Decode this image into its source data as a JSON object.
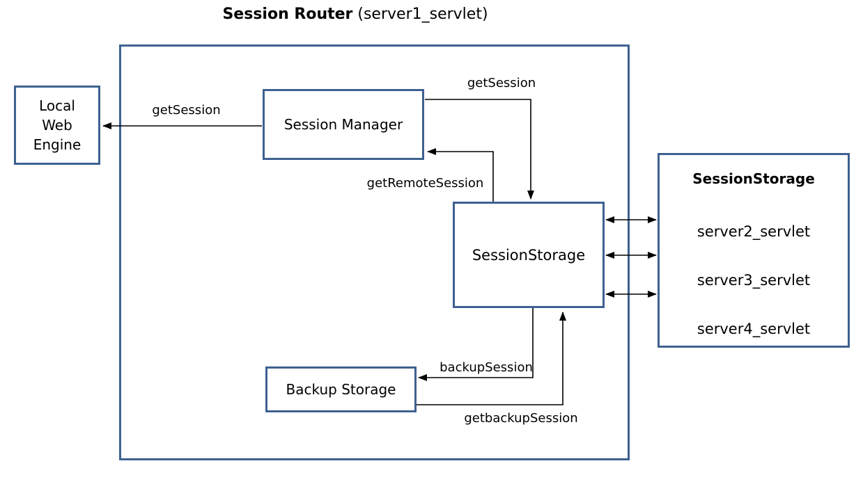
{
  "title": {
    "bold": "Session Router",
    "rest": " (server1_servlet)"
  },
  "colors": {
    "box_border": "#3e6190",
    "arrow": "#000000",
    "text": "#000000",
    "background": "#ffffff"
  },
  "boxes": {
    "local_web_engine": {
      "lines": [
        "Local",
        "Web",
        "Engine"
      ]
    },
    "session_manager": {
      "label": "Session Manager"
    },
    "session_storage_center": {
      "label": "SessionStorage"
    },
    "backup_storage": {
      "label": "Backup Storage"
    },
    "session_storage_right": {
      "title": "SessionStorage",
      "items": [
        "server2_servlet",
        "server3_servlet",
        "server4_servlet"
      ]
    }
  },
  "arrow_labels": {
    "get_session_left": "getSession",
    "get_session_down": "getSession",
    "get_remote_session": "getRemoteSession",
    "backup_session": "backupSession",
    "get_backup_session": "getbackupSession"
  }
}
